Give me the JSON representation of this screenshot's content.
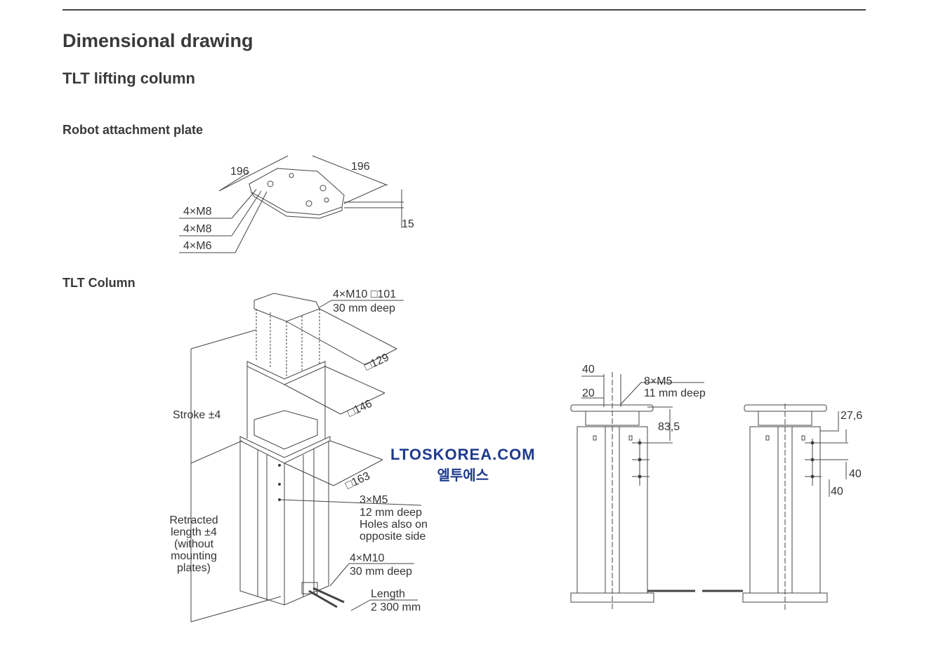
{
  "title": "Dimensional drawing",
  "subtitle": "TLT lifting column",
  "plate": {
    "heading": "Robot attachment plate",
    "dim_a": "196",
    "dim_b": "196",
    "thickness": "15",
    "holes": [
      "4×M8",
      "4×M8",
      "4×M6"
    ]
  },
  "column": {
    "heading": "TLT Column",
    "top_holes_1": "4×M10 □101",
    "top_holes_2": "30 mm deep",
    "size_1": "□129",
    "size_2": "□146",
    "size_3": "□163",
    "stroke": "Stroke ±4",
    "retracted": [
      "Retracted",
      "length ±4",
      "(without",
      "mounting",
      "plates)"
    ],
    "side_holes": [
      "3×M5",
      "12 mm deep",
      "Holes also on",
      "opposite side"
    ],
    "bottom_holes": [
      "4×M10",
      "30 mm deep"
    ],
    "cable": [
      "Length",
      "2 300 mm"
    ]
  },
  "side_view": {
    "d40": "40",
    "d20": "20",
    "holes_1": "8×M5",
    "holes_2": "11 mm deep",
    "d83": "83,5",
    "d27": "27,6",
    "d40b": "40",
    "d40c": "40"
  },
  "watermark": {
    "line1": "LTOSKOREA.COM",
    "line2": "엘투에스"
  }
}
